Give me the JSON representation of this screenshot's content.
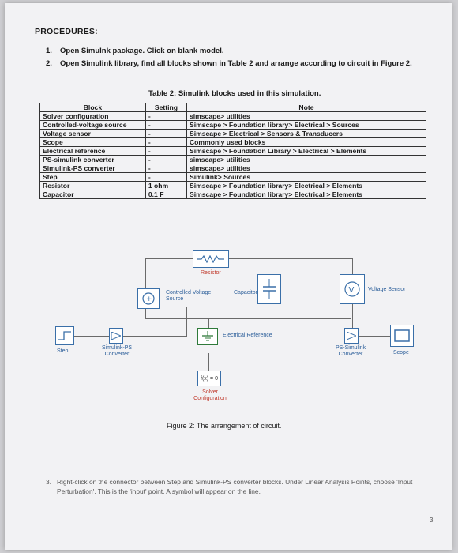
{
  "heading": "PROCEDURES:",
  "steps": [
    {
      "num": "1.",
      "text": "Open Simulnk package. Click on blank model."
    },
    {
      "num": "2.",
      "text": "Open Simulink library, find all blocks shown in Table 2 and arrange according to circuit in Figure 2."
    }
  ],
  "table_caption": "Table 2: Simulink blocks used in this simulation.",
  "table": {
    "headers": [
      "Block",
      "Setting",
      "Note"
    ],
    "rows": [
      [
        "Solver configuration",
        "-",
        "simscape> utilities"
      ],
      [
        "Controlled-voltage source",
        "-",
        "Simscape > Foundation library> Electrical > Sources"
      ],
      [
        "Voltage sensor",
        "-",
        "Simscape > Electrical > Sensors & Transducers"
      ],
      [
        "Scope",
        "-",
        "Commonly used blocks"
      ],
      [
        "Electrical reference",
        "-",
        "Simscape > Foundation Library > Electrical > Elements"
      ],
      [
        "PS-simulink converter",
        "-",
        "simscape> utilities"
      ],
      [
        "Simulink-PS converter",
        "-",
        "simscape> utilities"
      ],
      [
        "Step",
        "-",
        "Simulink> Sources"
      ],
      [
        "Resistor",
        "1 ohm",
        "Simscape > Foundation library> Electrical > Elements"
      ],
      [
        "Capacitor",
        "0.1 F",
        "Simscape > Foundation library> Electrical > Elements"
      ]
    ]
  },
  "diagram": {
    "resistor": "Resistor",
    "controlled_voltage_source": "Controlled Voltage Source",
    "capacitor": "Capacitor",
    "voltage_sensor": "Voltage Sensor",
    "step": "Step",
    "simulink_ps": "Simulink-PS Converter",
    "electrical_reference": "Electrical Reference",
    "ps_simulink": "PS-Simulink Converter",
    "scope": "Scope",
    "solver_fx": "f(x) = 0",
    "solver": "Solver Configuration",
    "sensor_symbol": "V"
  },
  "figure_caption": "Figure 2: The arrangement of circuit.",
  "step3": {
    "num": "3.",
    "text": "Right-click on the connector between Step and Simulink-PS converter blocks. Under Linear Analysis Points, choose 'Input Perturbation'. This is the 'input' point. A symbol will appear on the line."
  },
  "page_number": "3"
}
